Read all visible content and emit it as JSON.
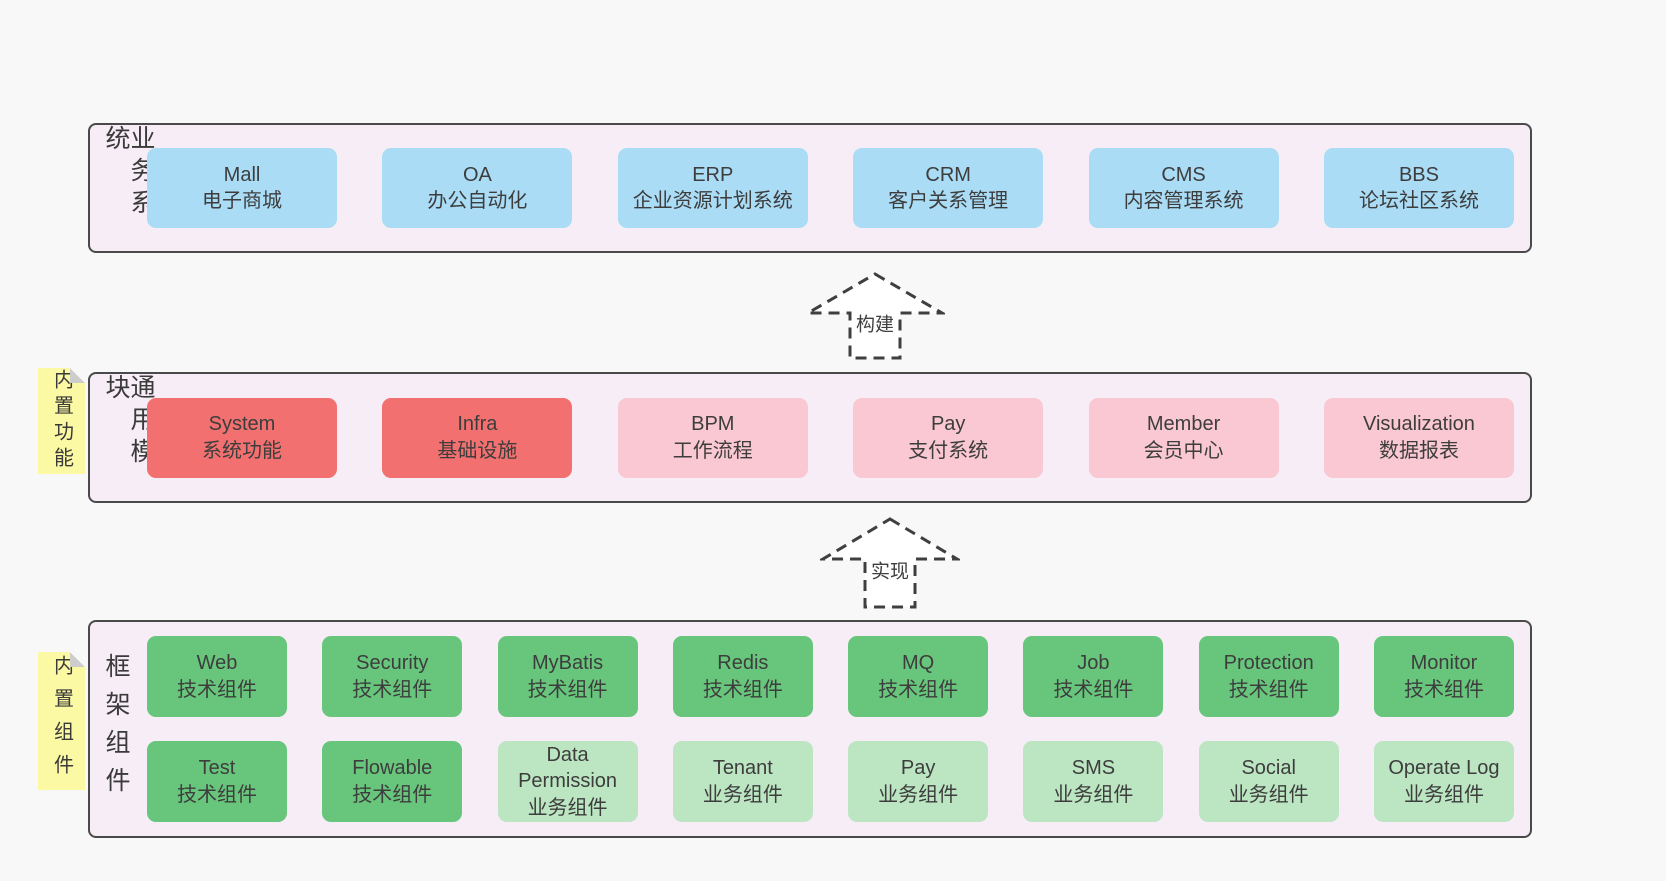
{
  "page": {
    "background": "#f8f8f8"
  },
  "colors": {
    "container_fill": "#f7edf6",
    "container_border": "#4a4a4a",
    "blue": "#aadcf6",
    "red": "#f2706f",
    "pink": "#f9c8d2",
    "green": "#68c67c",
    "light_green": "#bce5c2",
    "note_yellow": "#fbf9a3",
    "note_fold": "#cdcdcd",
    "text": "#3d3d3d"
  },
  "layers": {
    "business": {
      "label": "业务系统",
      "items": [
        {
          "name": "Mall",
          "desc": "电子商城",
          "variant": "blue"
        },
        {
          "name": "OA",
          "desc": "办公自动化",
          "variant": "blue"
        },
        {
          "name": "ERP",
          "desc": "企业资源计划系统",
          "variant": "blue"
        },
        {
          "name": "CRM",
          "desc": "客户关系管理",
          "variant": "blue"
        },
        {
          "name": "CMS",
          "desc": "内容管理系统",
          "variant": "blue"
        },
        {
          "name": "BBS",
          "desc": "论坛社区系统",
          "variant": "blue"
        }
      ]
    },
    "modules": {
      "label": "通用模块",
      "note": "内置功能",
      "items": [
        {
          "name": "System",
          "desc": "系统功能",
          "variant": "red"
        },
        {
          "name": "Infra",
          "desc": "基础设施",
          "variant": "red"
        },
        {
          "name": "BPM",
          "desc": "工作流程",
          "variant": "pink"
        },
        {
          "name": "Pay",
          "desc": "支付系统",
          "variant": "pink"
        },
        {
          "name": "Member",
          "desc": "会员中心",
          "variant": "pink"
        },
        {
          "name": "Visualization",
          "desc": "数据报表",
          "variant": "pink"
        }
      ]
    },
    "framework": {
      "label": "框架组件",
      "note": "内置组件",
      "rows": [
        [
          {
            "name": "Web",
            "desc": "技术组件",
            "variant": "green"
          },
          {
            "name": "Security",
            "desc": "技术组件",
            "variant": "green"
          },
          {
            "name": "MyBatis",
            "desc": "技术组件",
            "variant": "green"
          },
          {
            "name": "Redis",
            "desc": "技术组件",
            "variant": "green"
          },
          {
            "name": "MQ",
            "desc": "技术组件",
            "variant": "green"
          },
          {
            "name": "Job",
            "desc": "技术组件",
            "variant": "green"
          },
          {
            "name": "Protection",
            "desc": "技术组件",
            "variant": "green"
          },
          {
            "name": "Monitor",
            "desc": "技术组件",
            "variant": "green"
          }
        ],
        [
          {
            "name": "Test",
            "desc": "技术组件",
            "variant": "green"
          },
          {
            "name": "Flowable",
            "desc": "技术组件",
            "variant": "green"
          },
          {
            "name": "Data Permission",
            "desc": "业务组件",
            "variant": "light-green"
          },
          {
            "name": "Tenant",
            "desc": "业务组件",
            "variant": "light-green"
          },
          {
            "name": "Pay",
            "desc": "业务组件",
            "variant": "light-green"
          },
          {
            "name": "SMS",
            "desc": "业务组件",
            "variant": "light-green"
          },
          {
            "name": "Social",
            "desc": "业务组件",
            "variant": "light-green"
          },
          {
            "name": "Operate Log",
            "desc": "业务组件",
            "variant": "light-green"
          }
        ]
      ]
    }
  },
  "arrows": [
    {
      "label": "构建"
    },
    {
      "label": "实现"
    }
  ]
}
